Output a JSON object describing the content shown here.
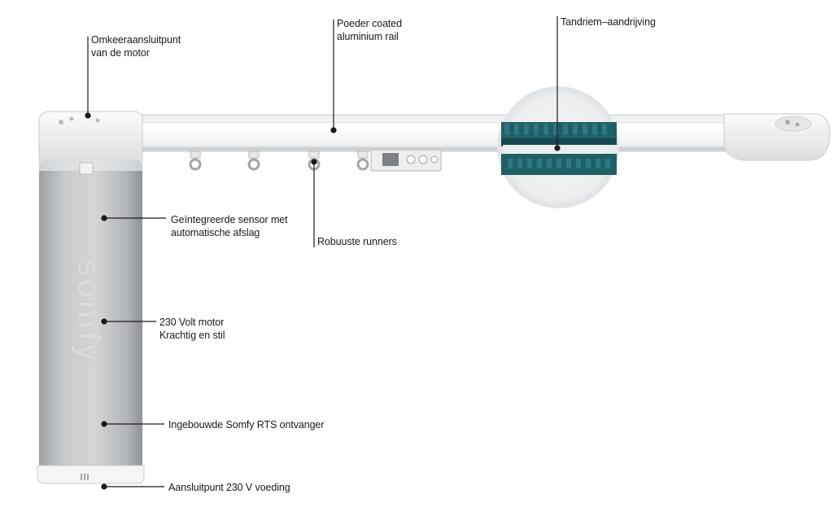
{
  "brand": {
    "logo_text": "somfy"
  },
  "callouts": {
    "motor_connection": {
      "line1": "Omkeeraansluitpunt",
      "line2": "van de motor"
    },
    "rail": {
      "line1": "Poeder coated",
      "line2": "aluminium rail"
    },
    "belt": {
      "line1": "Tandriem–aandrijving"
    },
    "sensor": {
      "line1": "Geïntegreerde sensor met",
      "line2": "automatische afslag"
    },
    "runners": {
      "line1": "Robuuste runners"
    },
    "motor": {
      "line1": "230 Volt motor",
      "line2": "Krachtig en stil"
    },
    "receiver": {
      "line1": "Ingebouwde Somfy RTS ontvanger"
    },
    "power": {
      "line1": "Aansluitpunt 230 V voeding"
    }
  },
  "colors": {
    "motor_body": "#b9bcbf",
    "rail": "#f3f4f5",
    "belt": "#1f5f66",
    "leader_line": "#1a1a1a"
  }
}
